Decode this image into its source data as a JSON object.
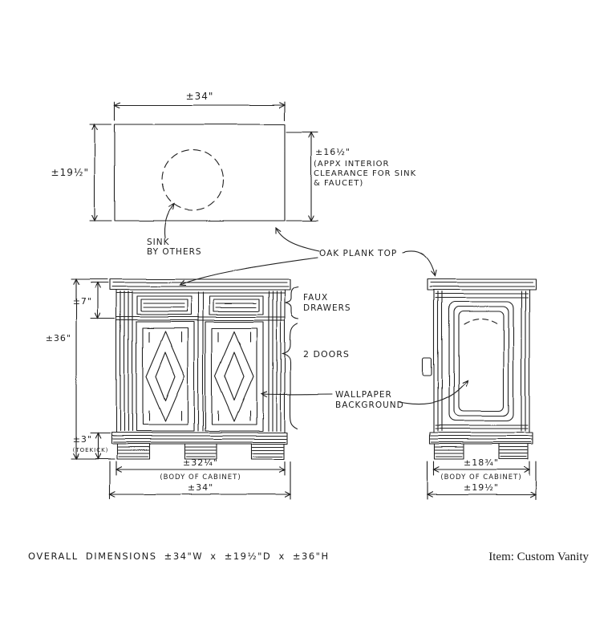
{
  "colors": {
    "ink": "#202020",
    "paper": "#ffffff"
  },
  "top_view": {
    "width": "±34\"",
    "depth": "±19½\"",
    "interior": "±16½\"",
    "interior_note_1": "(APPX INTERIOR",
    "interior_note_2": "CLEARANCE FOR SINK",
    "interior_note_3": "& FAUCET)",
    "sink_note_1": "SINK",
    "sink_note_2": "BY OTHERS"
  },
  "callouts": {
    "oak_plank_top": "OAK PLANK TOP",
    "faux_1": "FAUX",
    "faux_2": "DRAWERS",
    "doors": "2 DOORS",
    "wallpaper_1": "WALLPAPER",
    "wallpaper_2": "BACKGROUND"
  },
  "front_view": {
    "drawer_height": "±7\"",
    "height": "±36\"",
    "toekick_height": "±3\"",
    "toekick_note": "(TOEKICK)",
    "body_width": "±32¼\"",
    "body_note": "(BODY OF CABINET)",
    "width": "±34\""
  },
  "side_view": {
    "body_depth": "±18¾\"",
    "body_note": "(BODY OF CABINET)",
    "depth": "±19½\""
  },
  "footer": {
    "overall": "OVERALL DIMENSIONS ±34\"W x ±19½\"D x ±36\"H",
    "item": "Item: Custom Vanity"
  }
}
